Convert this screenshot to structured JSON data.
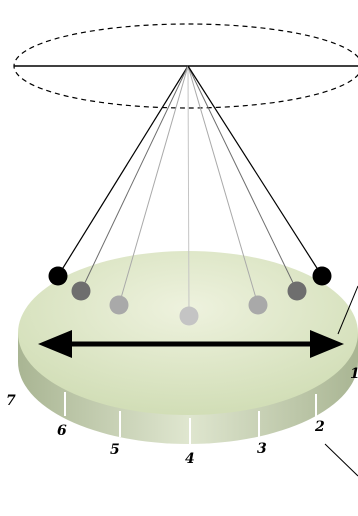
{
  "segment_labels": [
    "1",
    "2",
    "3",
    "4",
    "5",
    "6",
    "7"
  ],
  "colors": {
    "background": "#ffffff",
    "disk_top_light": "#eef2de",
    "disk_top_dark": "#cfdcb3",
    "disk_side_light": "#d6e0c2",
    "disk_side_dark": "#a9b593",
    "arrow": "#000000",
    "string_dark": "#000000",
    "string_light": "#b5b5b5",
    "bob_1": "#000000",
    "bob_2": "#6e6e6e",
    "bob_3": "#a9a9a9",
    "bob_4": "#c4c4c4"
  }
}
